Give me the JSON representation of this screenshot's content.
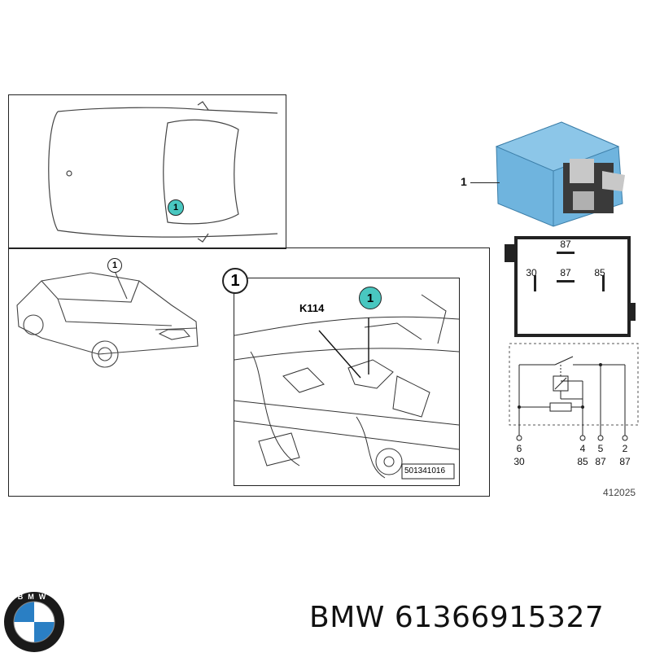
{
  "main_view": {
    "callout_top": "1",
    "callout_car": "1",
    "callout_detail": "1",
    "callout_detail_teal": "1",
    "relay_code": "K114",
    "plate_number": "501341016"
  },
  "relay": {
    "part_callout": "1",
    "pins": {
      "top": "87",
      "left": "30",
      "middle": "87",
      "right": "85"
    },
    "schematic_pins": [
      {
        "number": "6",
        "terminal": "30"
      },
      {
        "number": "4",
        "terminal": "85"
      },
      {
        "number": "5",
        "terminal": "87"
      },
      {
        "number": "2",
        "terminal": "87"
      }
    ],
    "figure_number": "412025"
  },
  "footer": {
    "brand": "BMW",
    "part_number": "61366915327",
    "logo_text": "BMW"
  },
  "colors": {
    "relay_blue": "#6fb4de",
    "teal_callout": "#49c7c0",
    "line": "#222222"
  }
}
